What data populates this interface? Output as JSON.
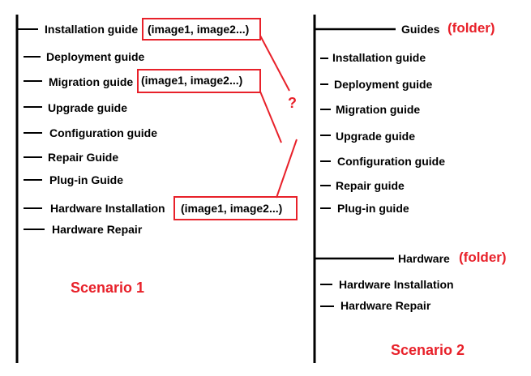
{
  "colors": {
    "line": "#000000",
    "accent": "#e8212a"
  },
  "scenario1": {
    "title": "Scenario 1",
    "items": [
      {
        "label": "Installation guide",
        "images_note": "(image1, image2...)"
      },
      {
        "label": "Deployment guide"
      },
      {
        "label": "Migration guide",
        "images_note": "(image1, image2...)"
      },
      {
        "label": "Upgrade guide"
      },
      {
        "label": "Configuration guide"
      },
      {
        "label": "Repair Guide"
      },
      {
        "label": "Plug-in Guide"
      },
      {
        "label": "Hardware Installation",
        "images_note": "(image1, image2...)"
      },
      {
        "label": "Hardware Repair"
      }
    ]
  },
  "scenario2": {
    "title": "Scenario 2",
    "folders": [
      {
        "label": "Guides",
        "tag": "(folder)",
        "items": [
          "Installation guide",
          "Deployment guide",
          "Migration guide",
          "Upgrade guide",
          "Configuration guide",
          "Repair guide",
          "Plug-in guide"
        ]
      },
      {
        "label": "Hardware",
        "tag": "(folder)",
        "items": [
          "Hardware Installation",
          "Hardware Repair"
        ]
      }
    ]
  },
  "question_mark": "?"
}
